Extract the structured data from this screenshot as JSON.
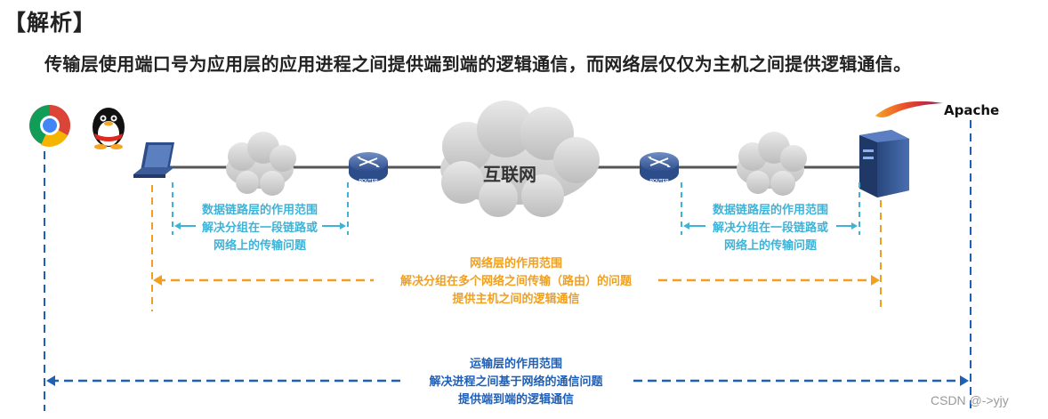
{
  "heading": "【解析】",
  "subtitle": "传输层使用端口号为应用层的应用进程之间提供端到端的逻辑通信，而网络层仅仅为主机之间提供逻辑通信。",
  "internet_label": "互联网",
  "router_label": "ROUTER",
  "apache_label": "Apache",
  "datalink_left": [
    "数据链路层的作用范围",
    "解决分组在一段链路或",
    "网络上的传输问题"
  ],
  "datalink_right": [
    "数据链路层的作用范围",
    "解决分组在一段链路或",
    "网络上的传输问题"
  ],
  "network_scope": [
    "网络层的作用范围",
    "解决分组在多个网络之间传输（路由）的问题",
    "提供主机之间的逻辑通信"
  ],
  "transport_scope": [
    "运输层的作用范围",
    "解决进程之间基于网络的通信问题",
    "提供端到端的逻辑通信"
  ],
  "watermark": "CSDN @->yjy",
  "colors": {
    "datalink": "#3fb3d6",
    "network": "#f0a020",
    "transport": "#1f5fb5"
  }
}
